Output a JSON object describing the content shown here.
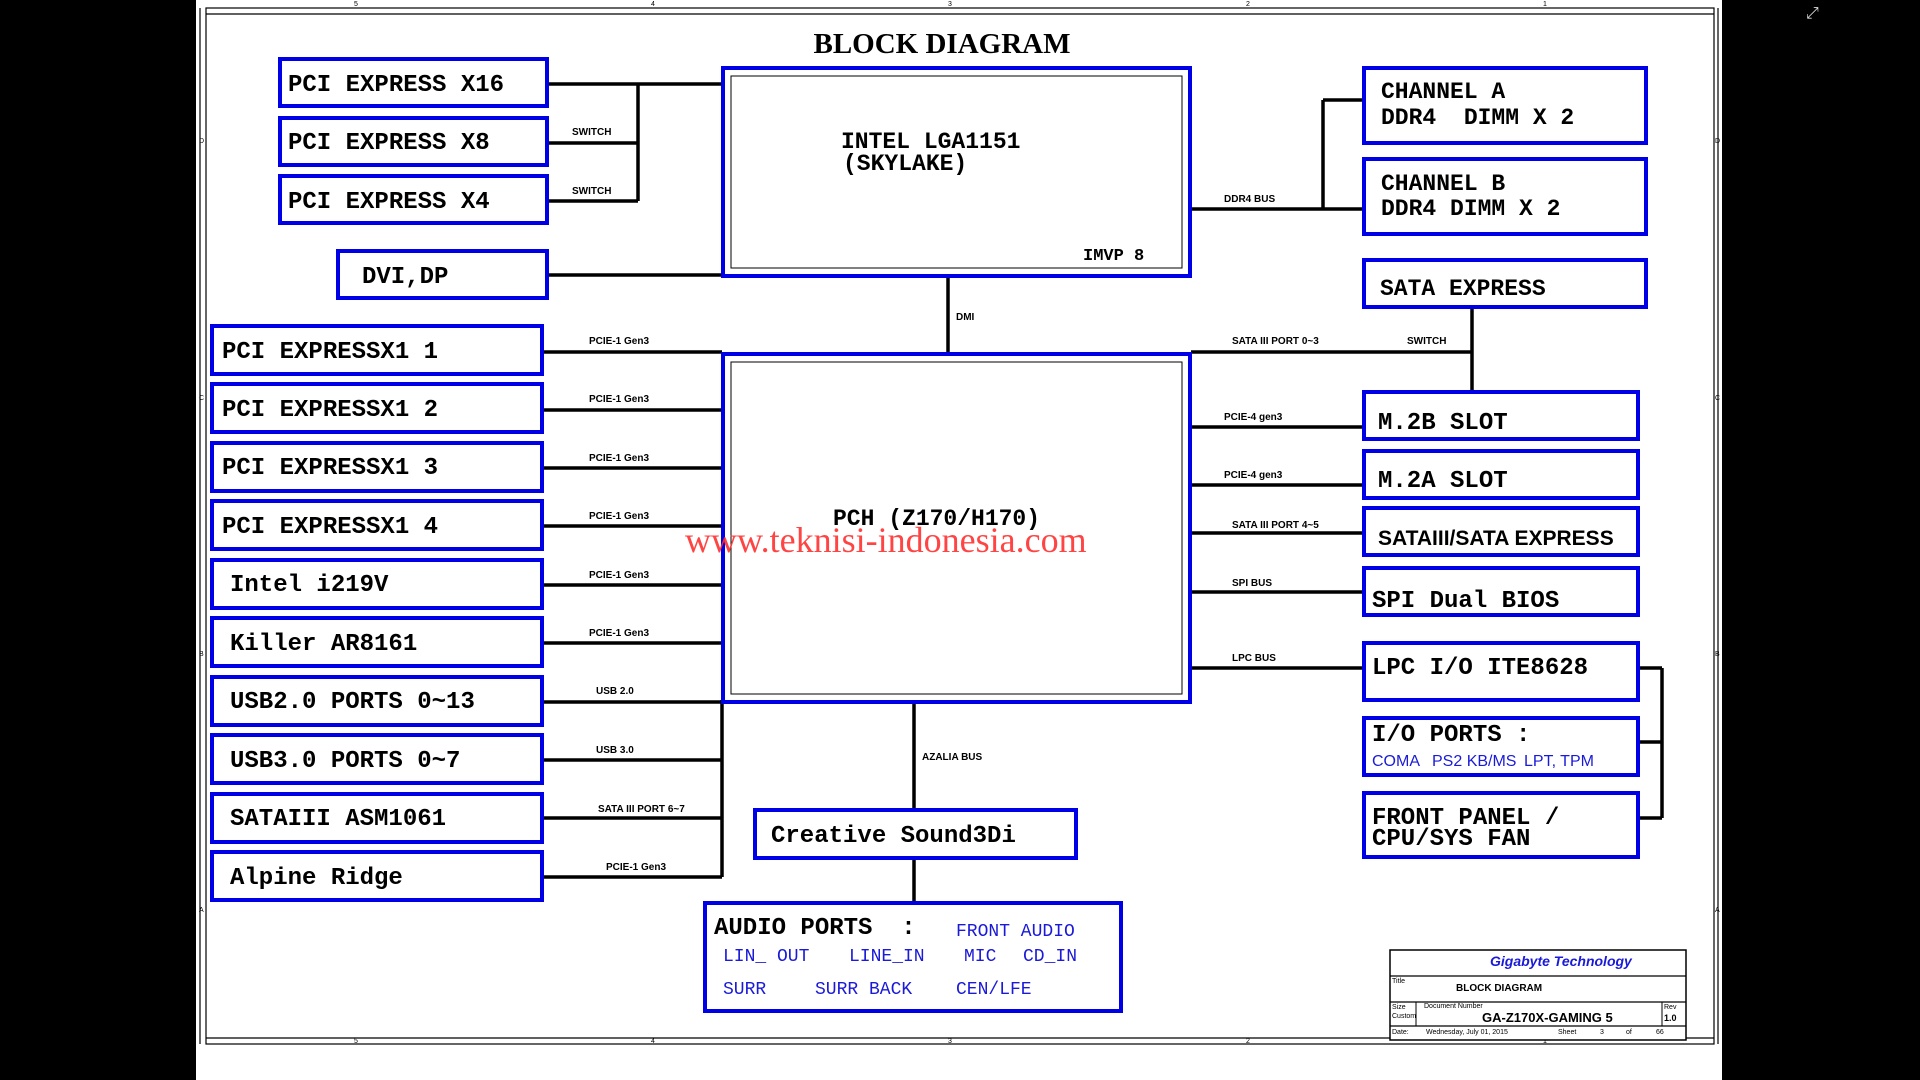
{
  "title": "BLOCK DIAGRAM",
  "watermark": "www.teknisi-indonesia.com",
  "colors": {
    "box_border": "#0000e6",
    "watermark": "#ff3030",
    "company": "#1a1ad8",
    "background": "#000000",
    "sheet": "#ffffff"
  },
  "viewer_icon": "expand-icon",
  "cpu": {
    "line1": "INTEL LGA1151",
    "line2": "(SKYLAKE)",
    "vr": "IMVP 8"
  },
  "pch": {
    "label": "PCH (Z170/H170)"
  },
  "left_top": [
    {
      "label": "PCI EXPRESS X16",
      "signal": ""
    },
    {
      "label": "PCI EXPRESS X8",
      "signal": "SWITCH"
    },
    {
      "label": "PCI EXPRESS X4",
      "signal": "SWITCH"
    }
  ],
  "dvi": {
    "label": "DVI,DP"
  },
  "dmi_label": "DMI",
  "left_pch": [
    {
      "label": "PCI EXPRESSX1 1",
      "signal": "PCIE-1 Gen3"
    },
    {
      "label": "PCI EXPRESSX1 2",
      "signal": "PCIE-1 Gen3"
    },
    {
      "label": "PCI EXPRESSX1 3",
      "signal": "PCIE-1 Gen3"
    },
    {
      "label": "PCI EXPRESSX1 4",
      "signal": "PCIE-1 Gen3"
    },
    {
      "label": "Intel i219V",
      "signal": "PCIE-1 Gen3"
    },
    {
      "label": "Killer AR8161",
      "signal": "PCIE-1 Gen3"
    },
    {
      "label": "USB2.0 PORTS 0~13",
      "signal": "USB 2.0"
    },
    {
      "label": "USB3.0 PORTS 0~7",
      "signal": "USB 3.0"
    },
    {
      "label": "SATAIII ASM1061",
      "signal": "SATA III PORT 6~7"
    },
    {
      "label": "Alpine Ridge",
      "signal": "PCIE-1 Gen3"
    }
  ],
  "memory": {
    "channel_a": [
      "CHANNEL A",
      "DDR4  DIMM X 2"
    ],
    "channel_b": [
      "CHANNEL B",
      "DDR4 DIMM X 2"
    ],
    "bus": "DDR4 BUS"
  },
  "sata_express": {
    "label": "SATA EXPRESS",
    "port_signal": "SATA III PORT 0~3",
    "switch_signal": "SWITCH"
  },
  "right_pch": [
    {
      "label": "M.2B SLOT",
      "signal": "PCIE-4 gen3"
    },
    {
      "label": "M.2A SLOT",
      "signal": "PCIE-4 gen3"
    },
    {
      "label": "SATAIII/SATA EXPRESS",
      "signal": "SATA III PORT 4~5"
    },
    {
      "label": "SPI Dual BIOS",
      "signal": "SPI BUS"
    },
    {
      "label": "LPC I/O ITE8628",
      "signal": "LPC BUS"
    }
  ],
  "io_ports": {
    "title": "I/O PORTS :",
    "items": [
      "COMA",
      "PS2 KB/MS",
      "LPT, TPM"
    ]
  },
  "front_panel": [
    "FRONT PANEL /",
    "CPU/SYS FAN"
  ],
  "sound": {
    "label": "Creative Sound3Di",
    "bus": "AZALIA BUS"
  },
  "audio_ports": {
    "title": "AUDIO PORTS  :",
    "rows": [
      [
        "FRONT AUDIO"
      ],
      [
        "LIN_ OUT",
        "LINE_IN",
        "MIC",
        "CD_IN"
      ],
      [
        "SURR",
        "SURR BACK",
        "CEN/LFE"
      ]
    ]
  },
  "border": {
    "cols_top": [
      "5",
      "4",
      "3",
      "2",
      "1"
    ],
    "cols_bottom": [
      "5",
      "4",
      "3",
      "2",
      "1"
    ],
    "rows": [
      "D",
      "C",
      "B",
      "A"
    ]
  },
  "title_block": {
    "company": "Gigabyte Technology",
    "title_caption": "Title",
    "title": "BLOCK DIAGRAM",
    "size_caption": "Size",
    "size": "Custom",
    "docnum_caption": "Document Number",
    "docnum": "GA-Z170X-GAMING 5",
    "rev_caption": "Rev",
    "rev": "1.0",
    "date_caption": "Date:",
    "date": "Wednesday, July 01, 2015",
    "sheet_caption": "Sheet",
    "sheet": "3",
    "of_caption": "of",
    "of": "66"
  }
}
